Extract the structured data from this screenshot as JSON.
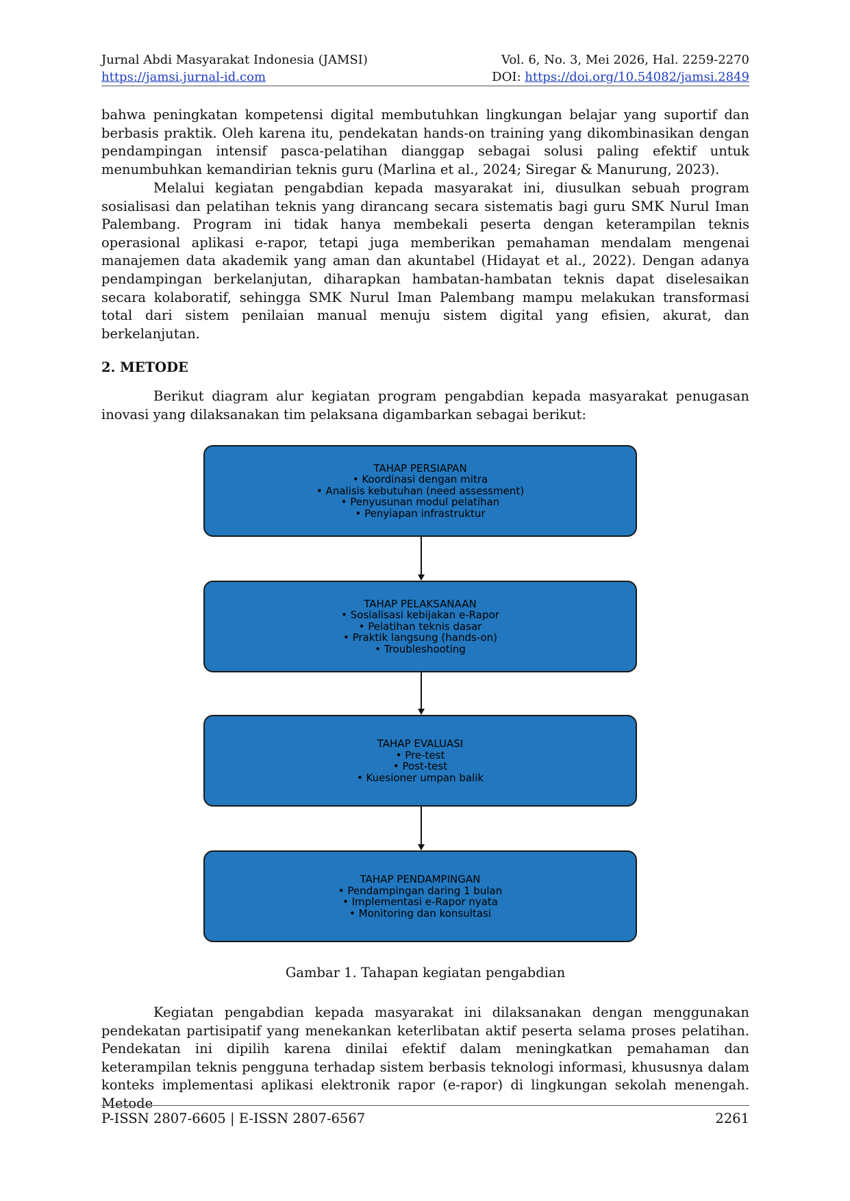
{
  "header": {
    "journal": "Jurnal Abdi Masyarakat Indonesia (JAMSI)",
    "volume": "Vol. 6, No. 3, Mei 2026, Hal. 2259-2270",
    "site_url": "https://jamsi.jurnal-id.com",
    "doi_label": "DOI: ",
    "doi_url": "https://doi.org/10.54082/jamsi.2849"
  },
  "paragraphs": {
    "p1": "bahwa peningkatan kompetensi digital membutuhkan lingkungan belajar yang suportif dan berbasis praktik. Oleh karena itu, pendekatan hands-on training yang dikombinasikan dengan pendampingan intensif pasca-pelatihan dianggap sebagai solusi paling efektif untuk menumbuhkan kemandirian teknis guru (Marlina et al., 2024; Siregar & Manurung, 2023).",
    "p2": "Melalui kegiatan pengabdian kepada masyarakat ini, diusulkan sebuah program sosialisasi dan pelatihan teknis yang dirancang secara sistematis bagi guru SMK Nurul Iman Palembang. Program ini tidak hanya membekali peserta dengan keterampilan teknis operasional aplikasi e-rapor, tetapi juga memberikan pemahaman mendalam mengenai manajemen data akademik yang aman dan akuntabel (Hidayat et al., 2022). Dengan adanya pendampingan berkelanjutan, diharapkan hambatan-hambatan teknis dapat diselesaikan secara kolaboratif, sehingga SMK Nurul Iman Palembang mampu melakukan transformasi total dari sistem penilaian manual menuju sistem digital yang efisien, akurat, dan berkelanjutan.",
    "section_heading": "2. METODE",
    "p3": "Berikut diagram alur kegiatan program pengabdian kepada masyarakat penugasan inovasi yang dilaksanakan tim pelaksana digambarkan sebagai berikut:",
    "caption": "Gambar 1. Tahapan kegiatan pengabdian",
    "p4": "Kegiatan pengabdian kepada masyarakat ini dilaksanakan dengan menggunakan pendekatan partisipatif yang menekankan keterlibatan aktif peserta selama proses pelatihan. Pendekatan ini dipilih karena dinilai efektif dalam meningkatkan pemahaman dan keterampilan teknis pengguna terhadap sistem berbasis teknologi informasi, khususnya dalam konteks implementasi aplikasi elektronik rapor (e-rapor) di lingkungan sekolah menengah. Metode"
  },
  "diagram": {
    "box_color": "#2277be",
    "stages": [
      {
        "title": "TAHAP PERSIAPAN",
        "items": [
          "• Koordinasi dengan mitra",
          "• Analisis kebutuhan (need assessment)",
          "• Penyusunan modul pelatihan",
          "• Penyiapan infrastruktur"
        ]
      },
      {
        "title": "TAHAP PELAKSANAAN",
        "items": [
          "• Sosialisasi kebijakan e-Rapor",
          "• Pelatihan teknis dasar",
          "• Praktik langsung (hands-on)",
          "• Troubleshooting"
        ]
      },
      {
        "title": "TAHAP EVALUASI",
        "items": [
          "• Pre-test",
          "• Post-test",
          "• Kuesioner umpan balik"
        ]
      },
      {
        "title": "TAHAP PENDAMPINGAN",
        "items": [
          "• Pendampingan daring 1 bulan",
          "• Implementasi e-Rapor nyata",
          "• Monitoring dan konsultasi"
        ]
      }
    ]
  },
  "footer": {
    "issn": "P-ISSN 2807-6605 | E-ISSN 2807-6567",
    "page_number": "2261"
  }
}
